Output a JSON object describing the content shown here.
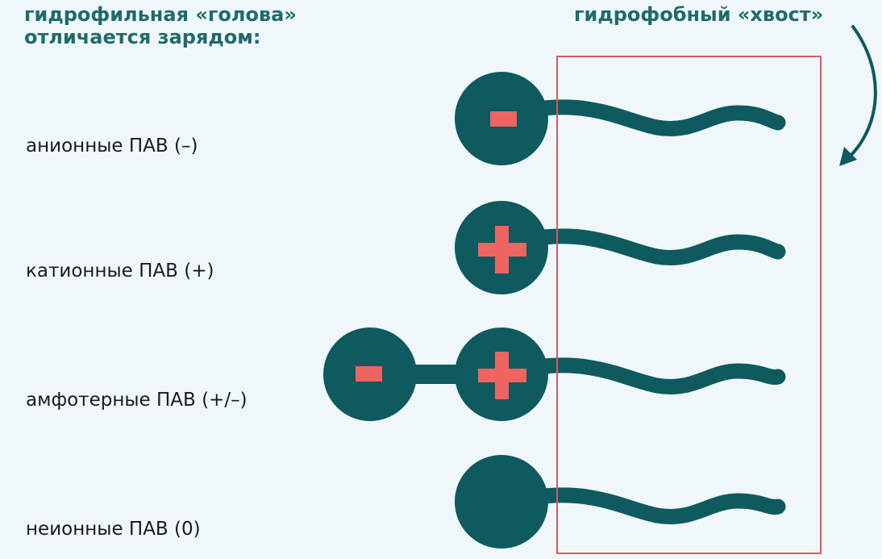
{
  "header": {
    "hydrophilic_head": "гидрофильная «голова»\nотличается зарядом:",
    "hydrophobic_tail": "гидрофобный «хвост»"
  },
  "rows": [
    {
      "label": "анионные ПАВ (–)",
      "head": "anion"
    },
    {
      "label": "катионные ПАВ (+)",
      "head": "cation"
    },
    {
      "label": "амфотерные ПАВ (+/–)",
      "head": "amphoteric"
    },
    {
      "label": "неионные ПАВ (0)",
      "head": "nonionic"
    }
  ],
  "colors": {
    "background": "#eff7fb",
    "molecule": "#0e5a5e",
    "charge": "#ee6461",
    "frame": "#d45c5c",
    "heading_text": "#1f6b6a",
    "label_text": "#1a1a1a"
  }
}
